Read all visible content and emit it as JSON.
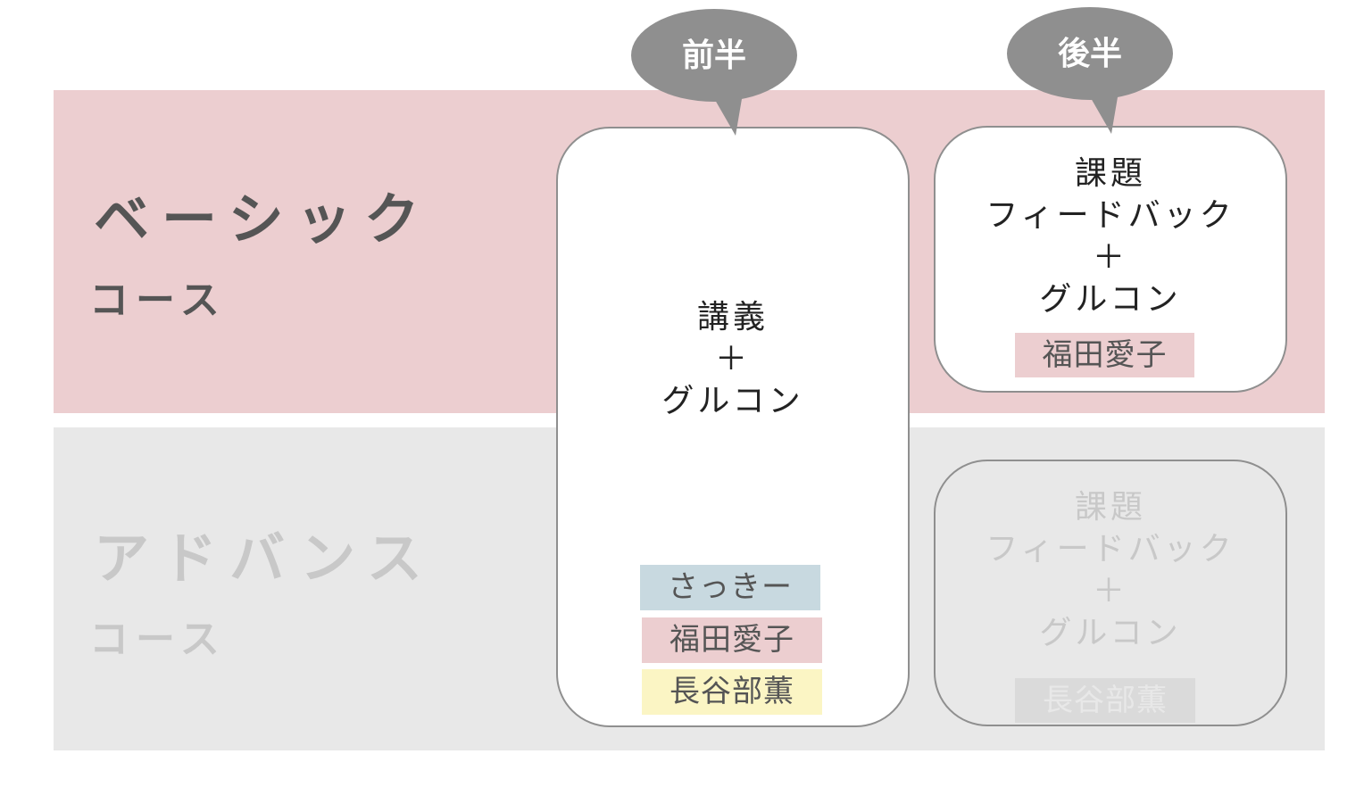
{
  "phases": {
    "first": "前半",
    "second": "後半"
  },
  "courses": {
    "basic": {
      "title": "ベーシック",
      "subtitle": "コース"
    },
    "advanced": {
      "title": "アドバンス",
      "subtitle": "コース"
    }
  },
  "first_half_box": {
    "lines": [
      "講義",
      "＋",
      "グルコン"
    ],
    "staff": [
      "さっきー",
      "福田愛子",
      "長谷部薫"
    ]
  },
  "basic_second_box": {
    "lines": [
      "課題",
      "フィードバック",
      "＋",
      "グルコン"
    ],
    "staff": "福田愛子"
  },
  "advanced_second_box": {
    "lines": [
      "課題",
      "フィードバック",
      "＋",
      "グルコン"
    ],
    "staff": "長谷部薫"
  },
  "colors": {
    "basic": "#ecced0",
    "advanced": "#e8e8e8",
    "bubble": "#8f8f8f",
    "staff_blue": "#c8d9e0",
    "staff_yellow": "#fbf5c4"
  }
}
